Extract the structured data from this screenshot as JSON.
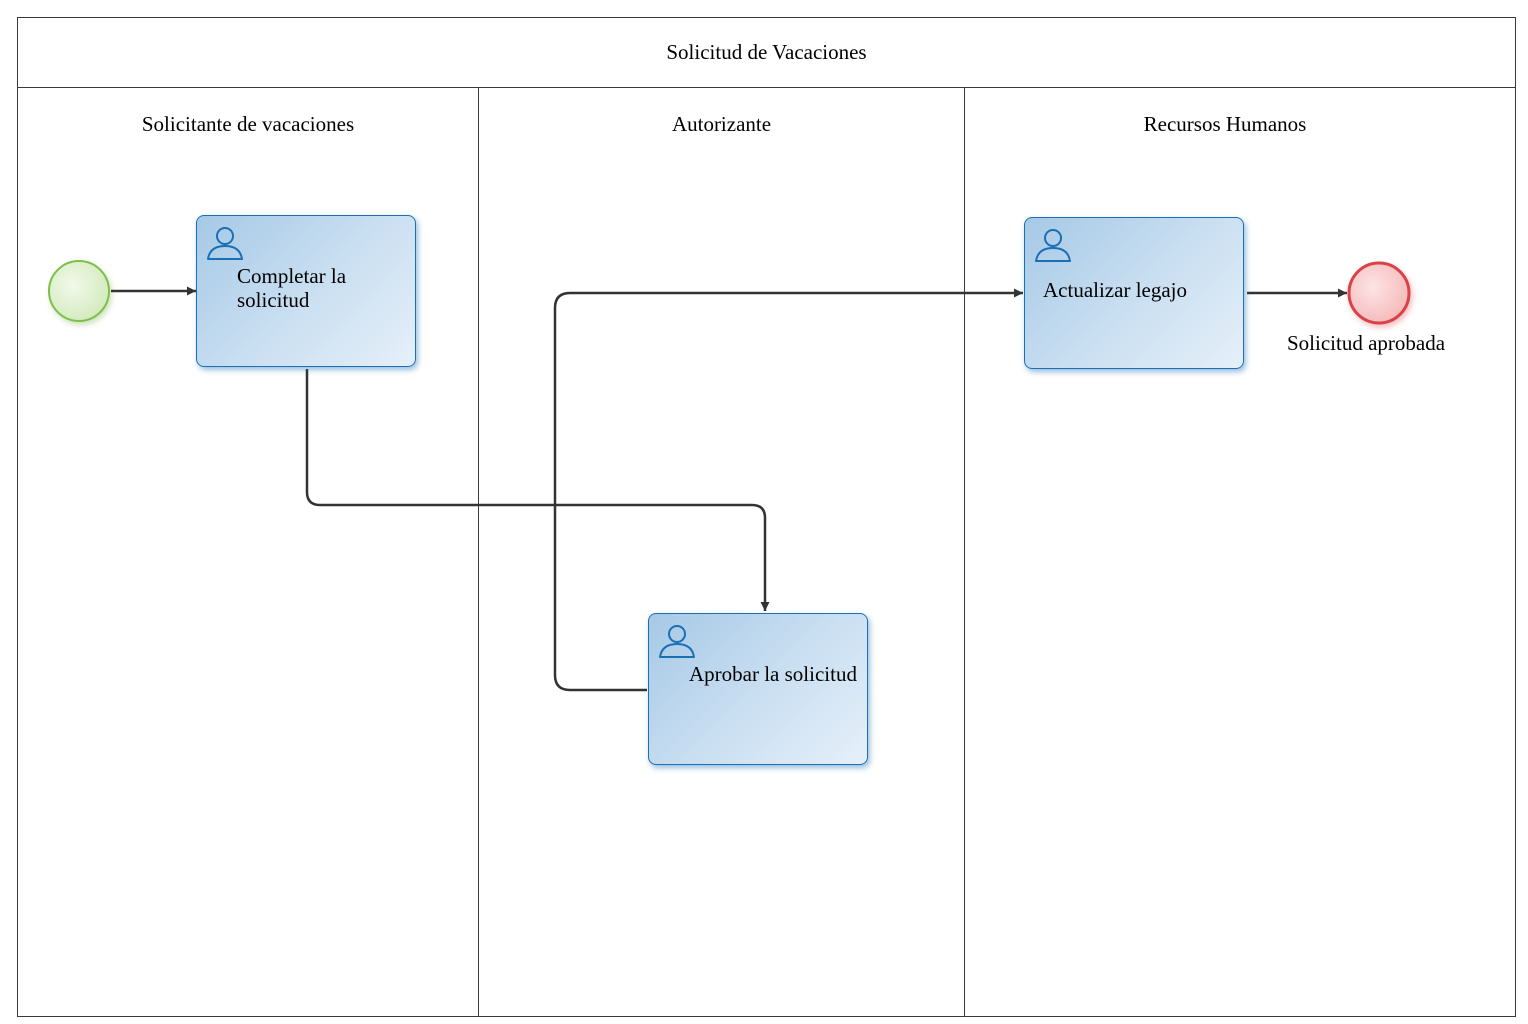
{
  "pool": {
    "title": "Solicitud de Vacaciones"
  },
  "lanes": [
    {
      "label": "Solicitante de vacaciones"
    },
    {
      "label": "Autorizante"
    },
    {
      "label": "Recursos Humanos"
    }
  ],
  "tasks": [
    {
      "id": "completar",
      "label": "Completar la solicitud",
      "icon": "user-icon"
    },
    {
      "id": "aprobar",
      "label": "Aprobar la solicitud",
      "icon": "user-icon"
    },
    {
      "id": "actualizar",
      "label": "Actualizar legajo",
      "icon": "user-icon"
    }
  ],
  "events": {
    "start": {
      "color": "#7cc04a"
    },
    "end": {
      "label": "Solicitud aprobada",
      "color": "#d9424a"
    }
  },
  "colors": {
    "task_border": "#1a6fb5",
    "flow_line": "#333333",
    "pool_border": "#3a3a3a"
  }
}
